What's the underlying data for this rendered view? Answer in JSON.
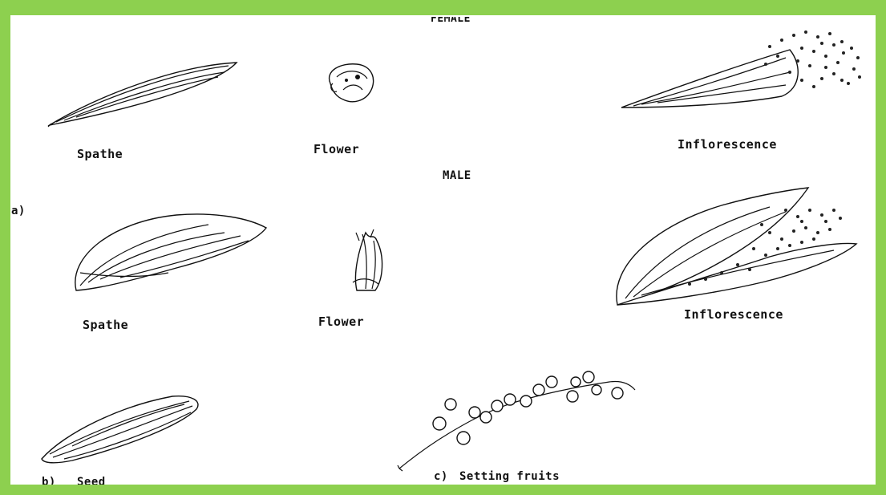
{
  "headings": {
    "female": "FEMALE",
    "male": "MALE"
  },
  "panel_markers": {
    "a": "a)",
    "b": "b)",
    "c": "c)"
  },
  "female": {
    "spathe": "Spathe",
    "flower": "Flower",
    "inflorescence": "Inflorescence"
  },
  "male": {
    "spathe": "Spathe",
    "flower": "Flower",
    "inflorescence": "Inflorescence"
  },
  "bottom": {
    "seed": "Seed",
    "setting_fruits": "Setting fruits"
  },
  "colors": {
    "frame": "#8dd04f",
    "ink": "#111111",
    "background": "#ffffff"
  }
}
